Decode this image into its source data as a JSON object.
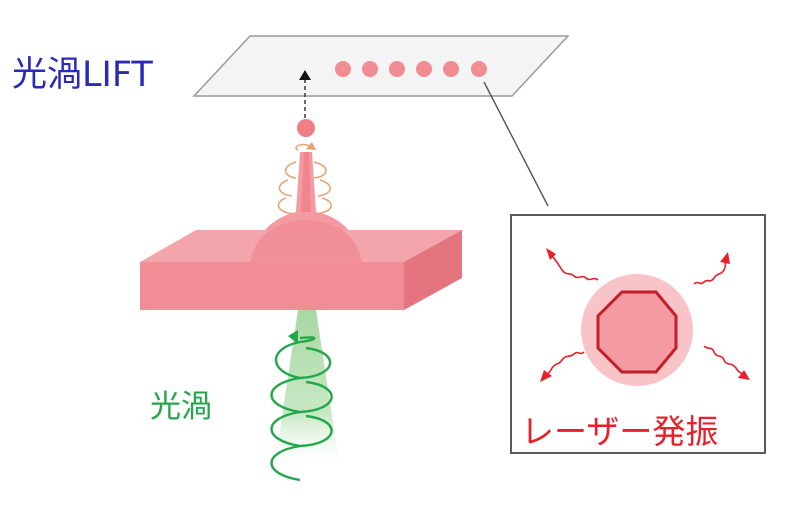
{
  "labels": {
    "lift": "光渦LIFT",
    "vortex": "光渦",
    "laser": "レーザー発振"
  },
  "colors": {
    "lift_text": "#2a2ab8",
    "vortex_green": "#22a84a",
    "laser_red": "#e8202a",
    "pink": "#f4a0a8",
    "dark_pink": "#e07880"
  }
}
